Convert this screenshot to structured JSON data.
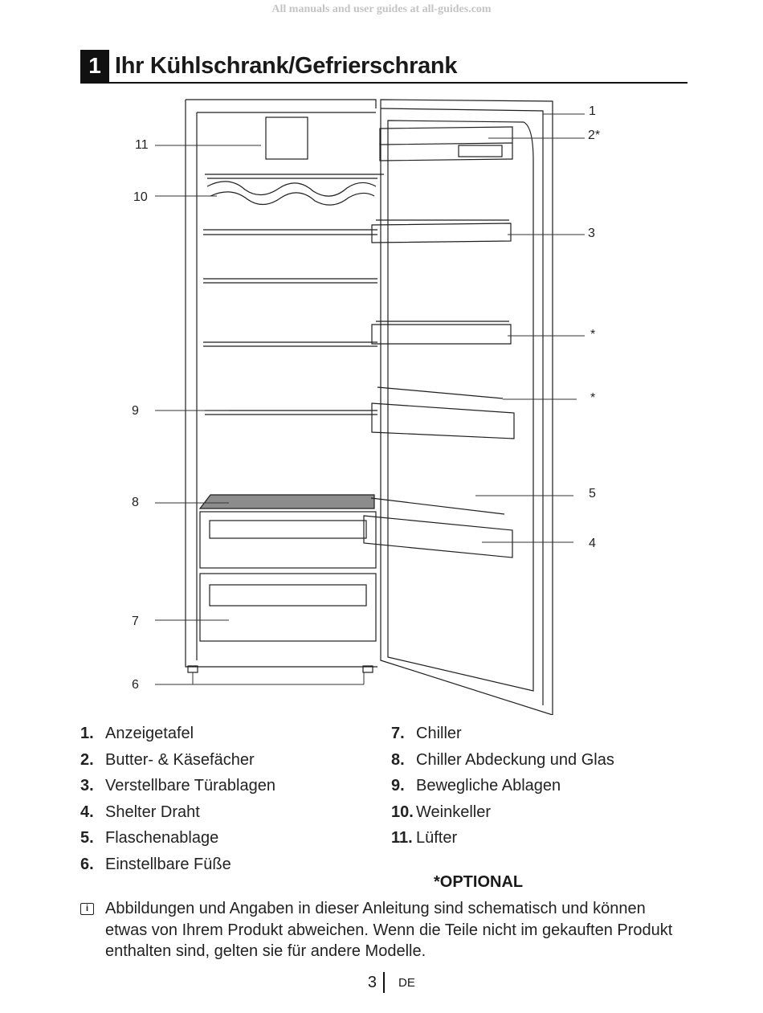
{
  "watermark": "All manuals and user guides at all-guides.com",
  "section": {
    "number": "1",
    "title": "Ihr Kühlschrank/Gefrierschrank"
  },
  "callouts": [
    "1",
    "2*",
    "3",
    "*",
    "*",
    "5",
    "4",
    "11",
    "10",
    "9",
    "8",
    "7",
    "6"
  ],
  "parts_left": [
    {
      "num": "1.",
      "label": "Anzeigetafel"
    },
    {
      "num": "2.",
      "label": "Butter- & Käsefächer"
    },
    {
      "num": "3.",
      "label": "Verstellbare Türablagen"
    },
    {
      "num": "4.",
      "label": "Shelter Draht"
    },
    {
      "num": "5.",
      "label": "Flaschenablage"
    },
    {
      "num": "6.",
      "label": "Einstellbare Füße"
    }
  ],
  "parts_right": [
    {
      "num": "7.",
      "label": "Chiller"
    },
    {
      "num": "8.",
      "label": "Chiller Abdeckung und Glas"
    },
    {
      "num": "9.",
      "label": "Bewegliche Ablagen"
    },
    {
      "num": "10.",
      "label": "Weinkeller"
    },
    {
      "num": "11.",
      "label": "Lüfter"
    }
  ],
  "optional_label": "*OPTIONAL",
  "info_icon": "info-icon",
  "note": "Abbildungen und Angaben in dieser Anleitung sind schematisch und können etwas von Ihrem Produkt abweichen. Wenn die Teile nicht im gekauften Produkt enthalten sind, gelten sie für andere Modelle.",
  "footer": {
    "page": "3",
    "language": "DE"
  }
}
